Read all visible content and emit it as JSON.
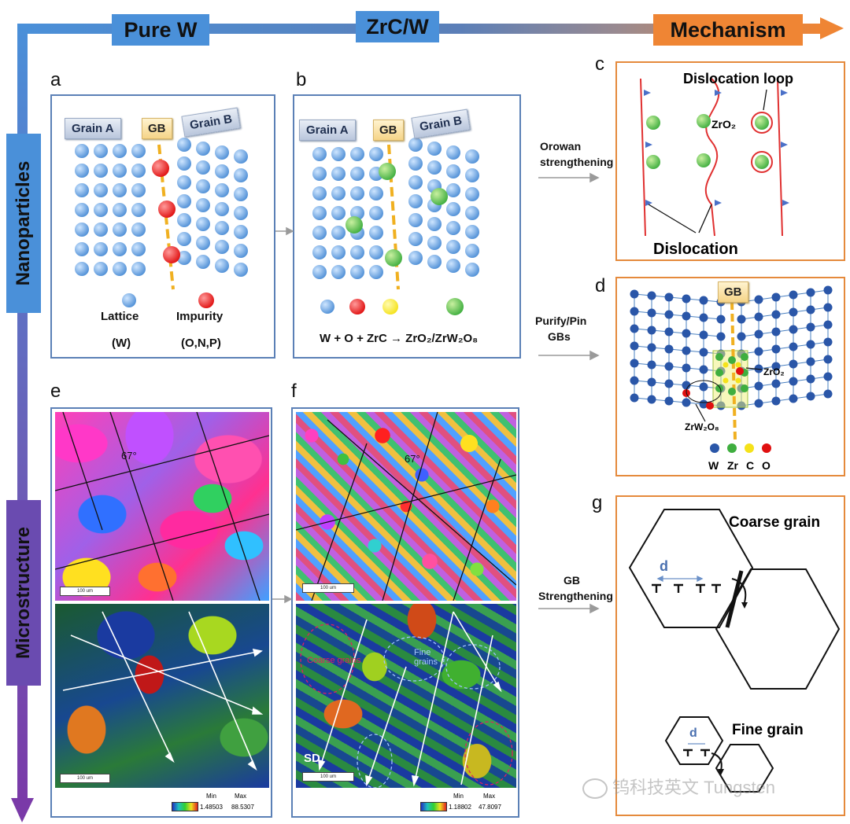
{
  "header": {
    "pure_w": "Pure W",
    "zrc_w": "ZrC/W",
    "mechanism": "Mechanism"
  },
  "sidebar": {
    "nanoparticles": "Nanoparticles",
    "microstructure": "Microstructure"
  },
  "panel_a": {
    "letter": "a",
    "grain_a": "Grain A",
    "gb": "GB",
    "grain_b": "Grain B",
    "lattice": "Lattice",
    "lattice_sub": "(W)",
    "impurity": "Impurity",
    "impurity_sub": "(O,N,P)"
  },
  "panel_b": {
    "letter": "b",
    "grain_a": "Grain A",
    "gb": "GB",
    "grain_b": "Grain B",
    "equation": "W + O + ZrC → ZrO₂/ZrW₂O₈"
  },
  "panel_c": {
    "letter": "c",
    "dislocation_loop": "Dislocation loop",
    "zro2": "ZrO₂",
    "dislocation": "Dislocation"
  },
  "panel_d": {
    "letter": "d",
    "gb": "GB",
    "zro2": "ZrO₂",
    "zrw2o8": "ZrW₂O₈",
    "legend": [
      "W",
      "Zr",
      "C",
      "O"
    ]
  },
  "panel_e": {
    "letter": "e",
    "angle": "67°",
    "scale_top": "100 um",
    "scale_bottom": "100 um",
    "min_label": "Min",
    "min_value": "1.48503",
    "max_label": "Max",
    "max_value": "88.5307"
  },
  "panel_f": {
    "letter": "f",
    "angle": "67°",
    "scale_top": "100 um",
    "scale_bottom": "100 um",
    "coarse_grains": "Coarse grains",
    "fine_grains": "Fine grains",
    "sd": "SD",
    "min_label": "Min",
    "min_value": "1.18802",
    "max_label": "Max",
    "max_value": "47.8097"
  },
  "panel_g": {
    "letter": "g",
    "coarse_grain": "Coarse grain",
    "fine_grain": "Fine grain",
    "d_coarse": "d",
    "d_fine": "d"
  },
  "mechanisms": {
    "orowan": [
      "Orowan",
      "strengthening"
    ],
    "purify": [
      "Purify/Pin",
      "GBs"
    ],
    "gb_strength": [
      "GB",
      "Strengthening"
    ]
  },
  "watermark": "钨科技英文 Tungsten",
  "colors": {
    "lattice": "#4f8fd6",
    "impurity": "#e01010",
    "zr": "#3fae3f",
    "c": "#f5e21a",
    "panel_border_blue": "#5b80b6",
    "panel_border_orange": "#e58a3c",
    "header_bar": "#4a90d9",
    "mechanism_box": "#ef8534",
    "dislocation_line": "#e03030"
  }
}
